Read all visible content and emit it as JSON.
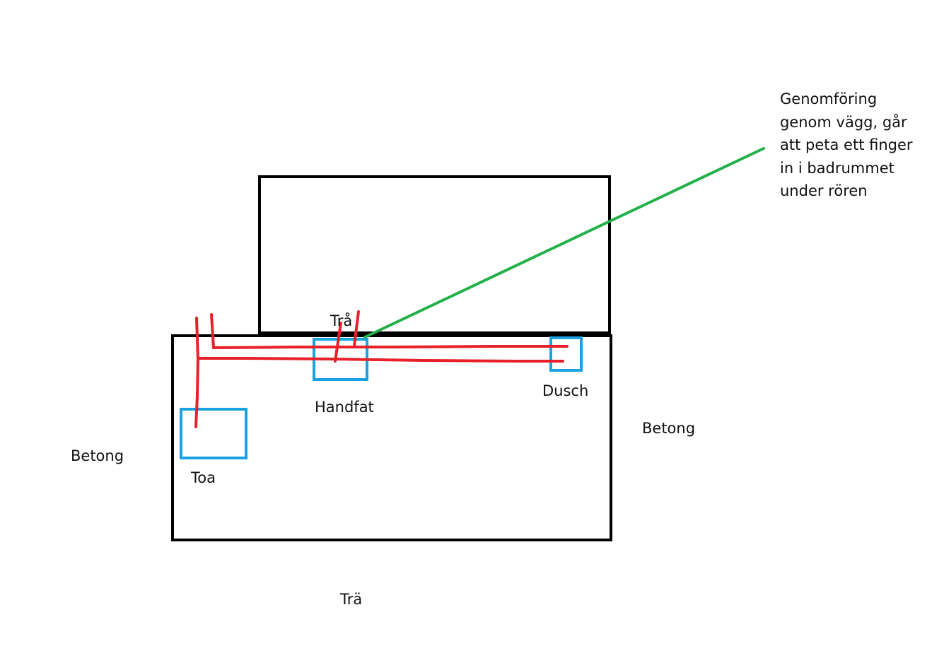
{
  "labels": {
    "tra_top": "Trå",
    "handfat": "Handfat",
    "dusch": "Dusch",
    "toa": "Toa",
    "betong_left": "Betong",
    "betong_right": "Betong",
    "tra_bottom": "Trä"
  },
  "note": {
    "lines": [
      "Genomföring",
      "genom vägg, går",
      "att peta ett finger",
      "in i badrummet",
      "under rören"
    ]
  },
  "colors": {
    "walls": "#000000",
    "pipes": "#e8202a",
    "fixtures": "#1aa3e0",
    "pointer": "#22b04a",
    "text": "#111111"
  }
}
